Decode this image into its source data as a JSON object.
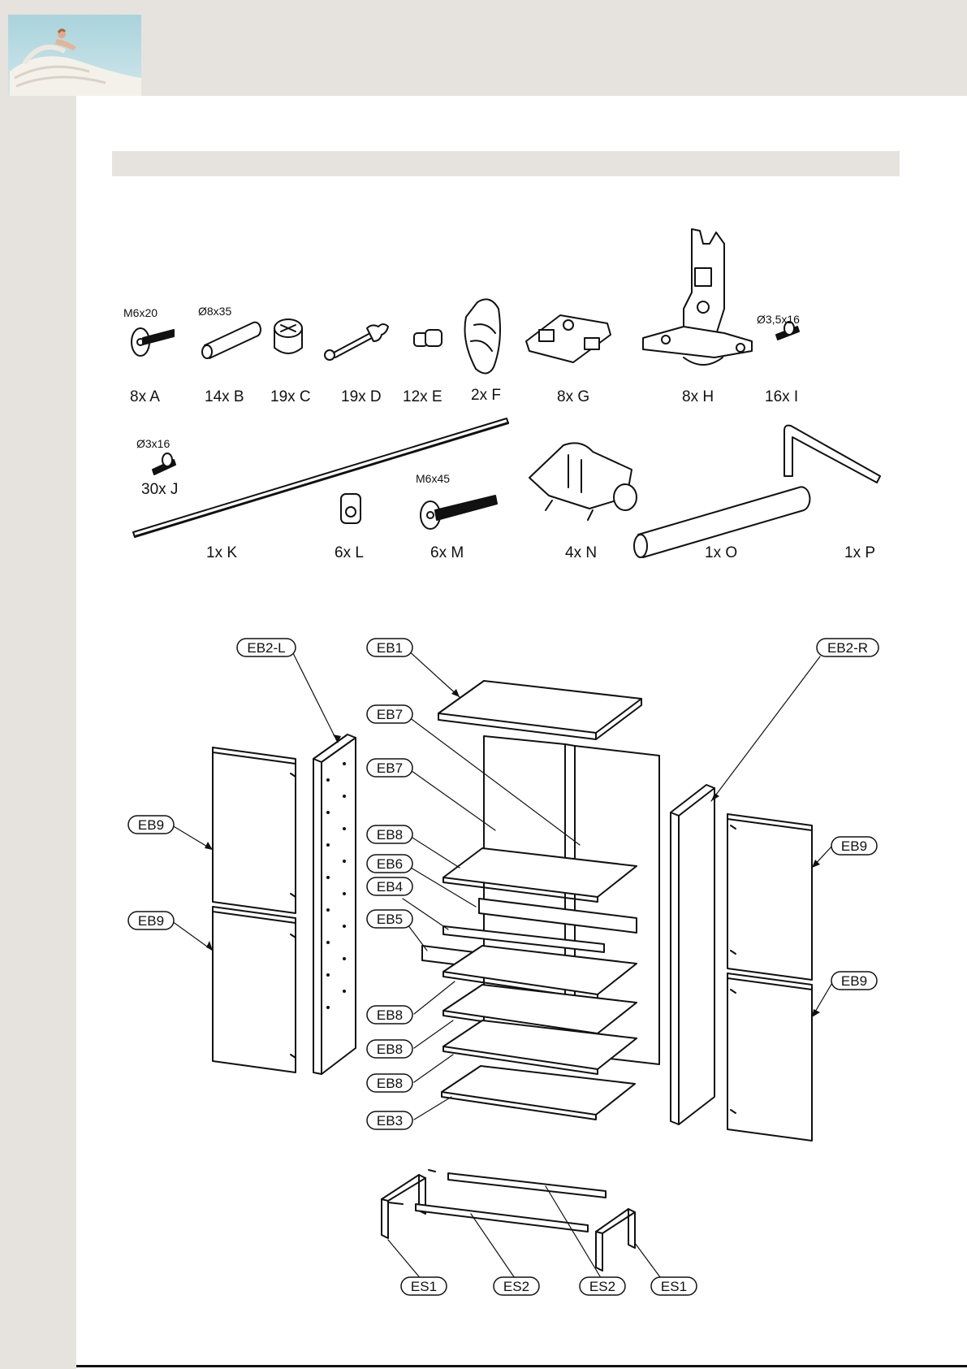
{
  "parts": {
    "row1": [
      {
        "label": "8x A",
        "spec": "M6x20",
        "icon": "bolt-icon"
      },
      {
        "label": "14x B",
        "spec": "Ø8x35",
        "icon": "dowel-icon"
      },
      {
        "label": "19x C",
        "spec": "",
        "icon": "cam-lock-icon"
      },
      {
        "label": "19x D",
        "spec": "",
        "icon": "cam-bolt-icon"
      },
      {
        "label": "12x E",
        "spec": "",
        "icon": "connector-pin-icon"
      },
      {
        "label": "2x F",
        "spec": "",
        "icon": "handle-bracket-icon"
      },
      {
        "label": "8x G",
        "spec": "",
        "icon": "hinge-plate-icon"
      },
      {
        "label": "8x H",
        "spec": "",
        "icon": "hinge-icon"
      },
      {
        "label": "16x I",
        "spec": "Ø3,5x16",
        "icon": "screw-icon"
      }
    ],
    "row2": [
      {
        "label": "30x J",
        "spec": "Ø3x16",
        "icon": "screw-icon"
      },
      {
        "label": "1x K",
        "spec": "",
        "icon": "rail-icon"
      },
      {
        "label": "6x L",
        "spec": "",
        "icon": "barrel-nut-icon"
      },
      {
        "label": "6x M",
        "spec": "M6x45",
        "icon": "bolt-icon"
      },
      {
        "label": "4x N",
        "spec": "",
        "icon": "rod-support-icon"
      },
      {
        "label": "1x O",
        "spec": "",
        "icon": "hanging-rod-icon"
      },
      {
        "label": "1x P",
        "spec": "",
        "icon": "allen-key-icon"
      }
    ]
  },
  "callouts": {
    "eb1": "EB1",
    "eb2l": "EB2-L",
    "eb2r": "EB2-R",
    "eb3": "EB3",
    "eb4": "EB4",
    "eb5": "EB5",
    "eb6": "EB6",
    "eb7": "EB7",
    "eb8": "EB8",
    "eb9": "EB9",
    "es1": "ES1",
    "es2": "ES2"
  },
  "colors": {
    "band": "#e6e3de",
    "line": "#111111"
  }
}
